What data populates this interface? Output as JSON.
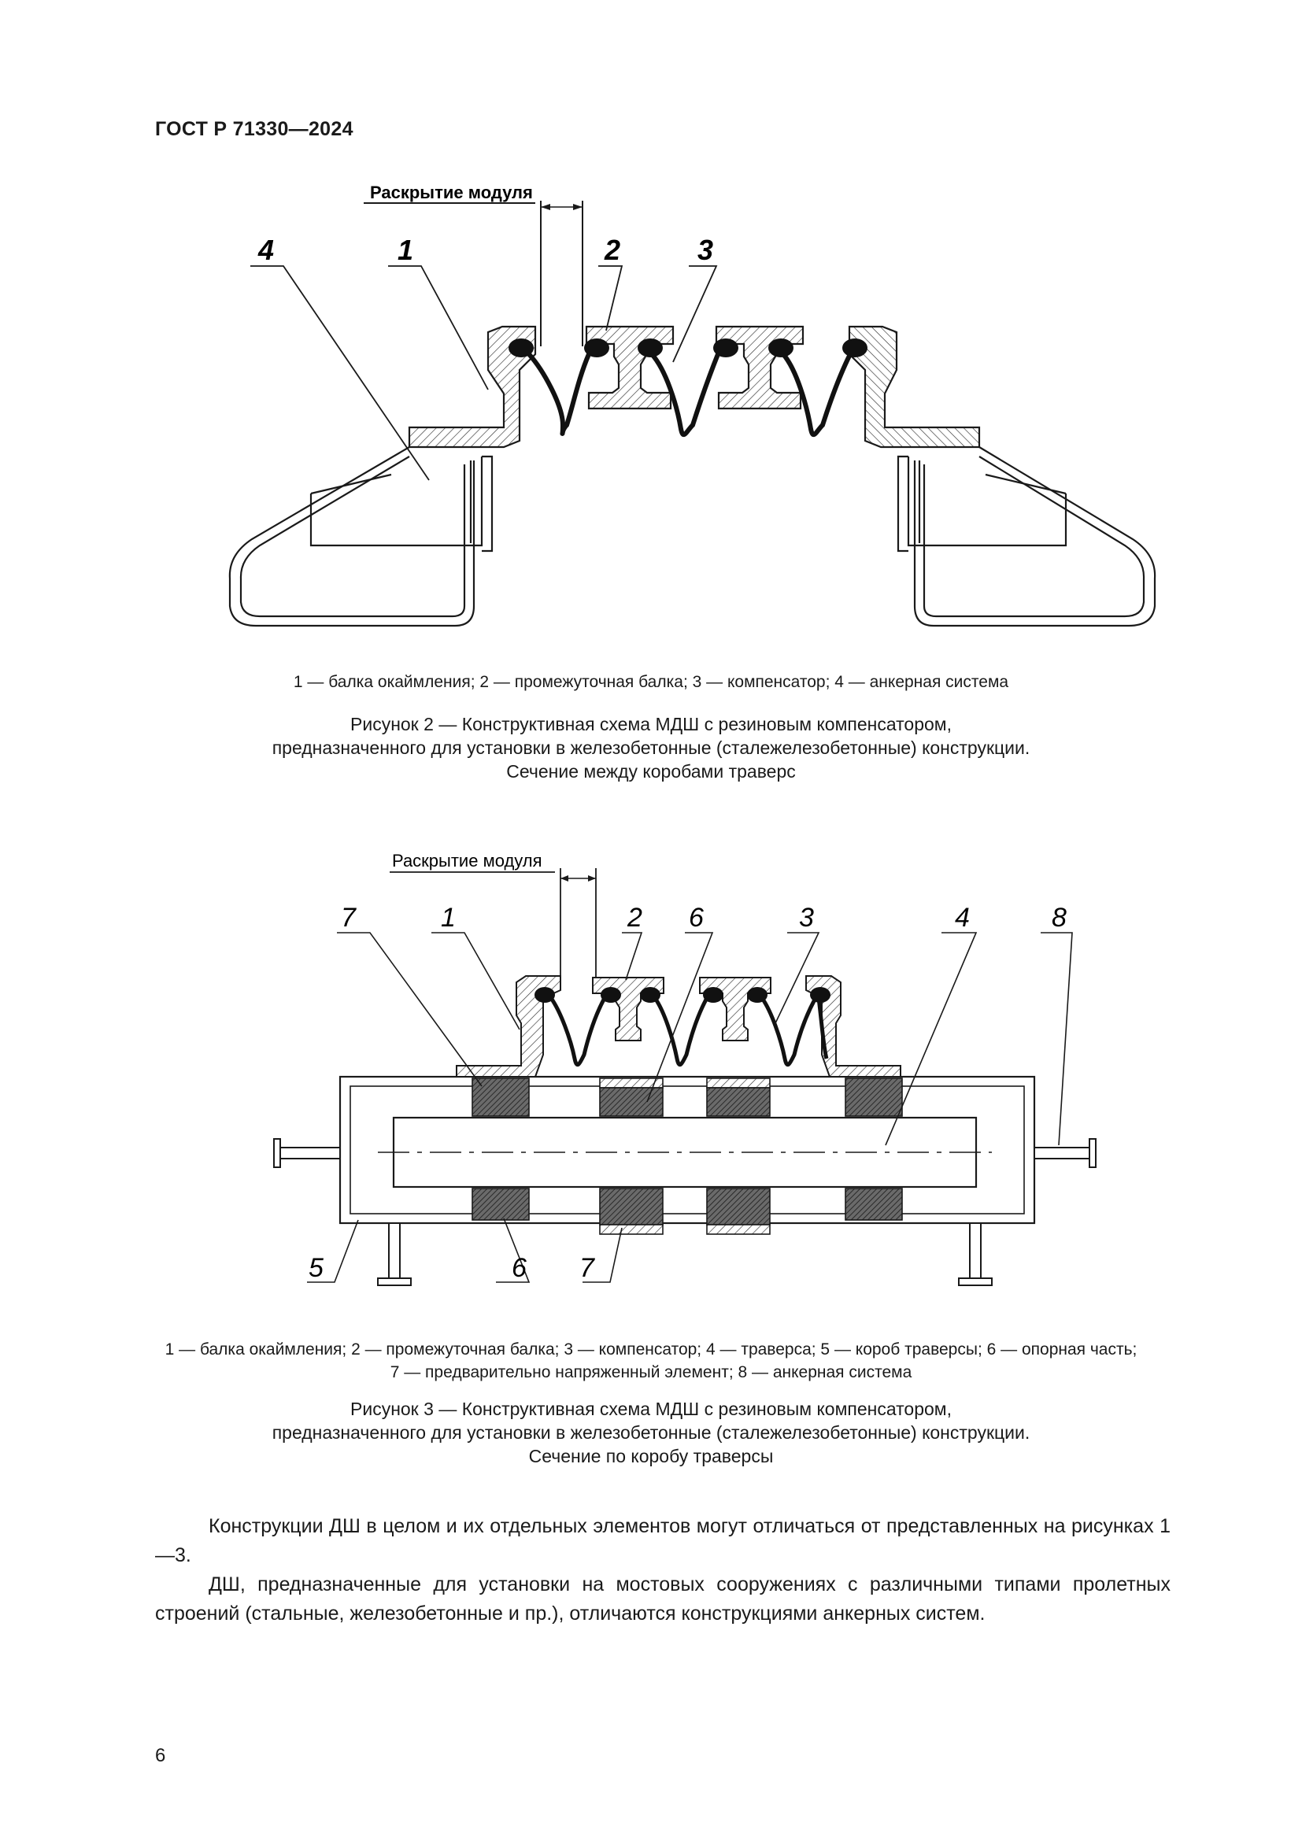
{
  "header": {
    "standard": "ГОСТ Р 71330—2024"
  },
  "figure2": {
    "opening_label": "Раскрытие модуля",
    "callouts": {
      "c4": "4",
      "c1": "1",
      "c2": "2",
      "c3": "3"
    },
    "legend": "1 — балка окаймления; 2 — промежуточная балка; 3 — компенсатор; 4 — анкерная система",
    "caption": [
      "Рисунок 2 — Конструктивная схема МДШ с резиновым компенсатором,",
      "предназначенного для установки в железобетонные (сталежелезобетонные) конструкции.",
      "Сечение между коробами траверс"
    ]
  },
  "figure3": {
    "opening_label": "Раскрытие модуля",
    "callouts": {
      "c7a": "7",
      "c1": "1",
      "c2": "2",
      "c6a": "6",
      "c3": "3",
      "c4": "4",
      "c8": "8",
      "c5": "5",
      "c6b": "6",
      "c7b": "7"
    },
    "legend": [
      "1 — балка окаймления; 2 — промежуточная балка; 3 — компенсатор; 4 — траверса; 5 — короб траверсы; 6 — опорная часть;",
      "7 — предварительно напряженный элемент; 8 — анкерная система"
    ],
    "caption": [
      "Рисунок 3 — Конструктивная схема МДШ с резиновым компенсатором,",
      "предназначенного для установки в железобетонные (сталежелезобетонные) конструкции.",
      "Сечение по коробу траверсы"
    ]
  },
  "body": {
    "p1": "Конструкции ДШ в целом и их отдельных элементов могут отличаться от представленных на рисунках 1—3.",
    "p2": "ДШ, предназначенные для установки на мостовых сооружениях с различными типами пролетных строений (стальные, железобетонные и пр.), отличаются конструкциями анкерных систем."
  },
  "page_number": "6"
}
